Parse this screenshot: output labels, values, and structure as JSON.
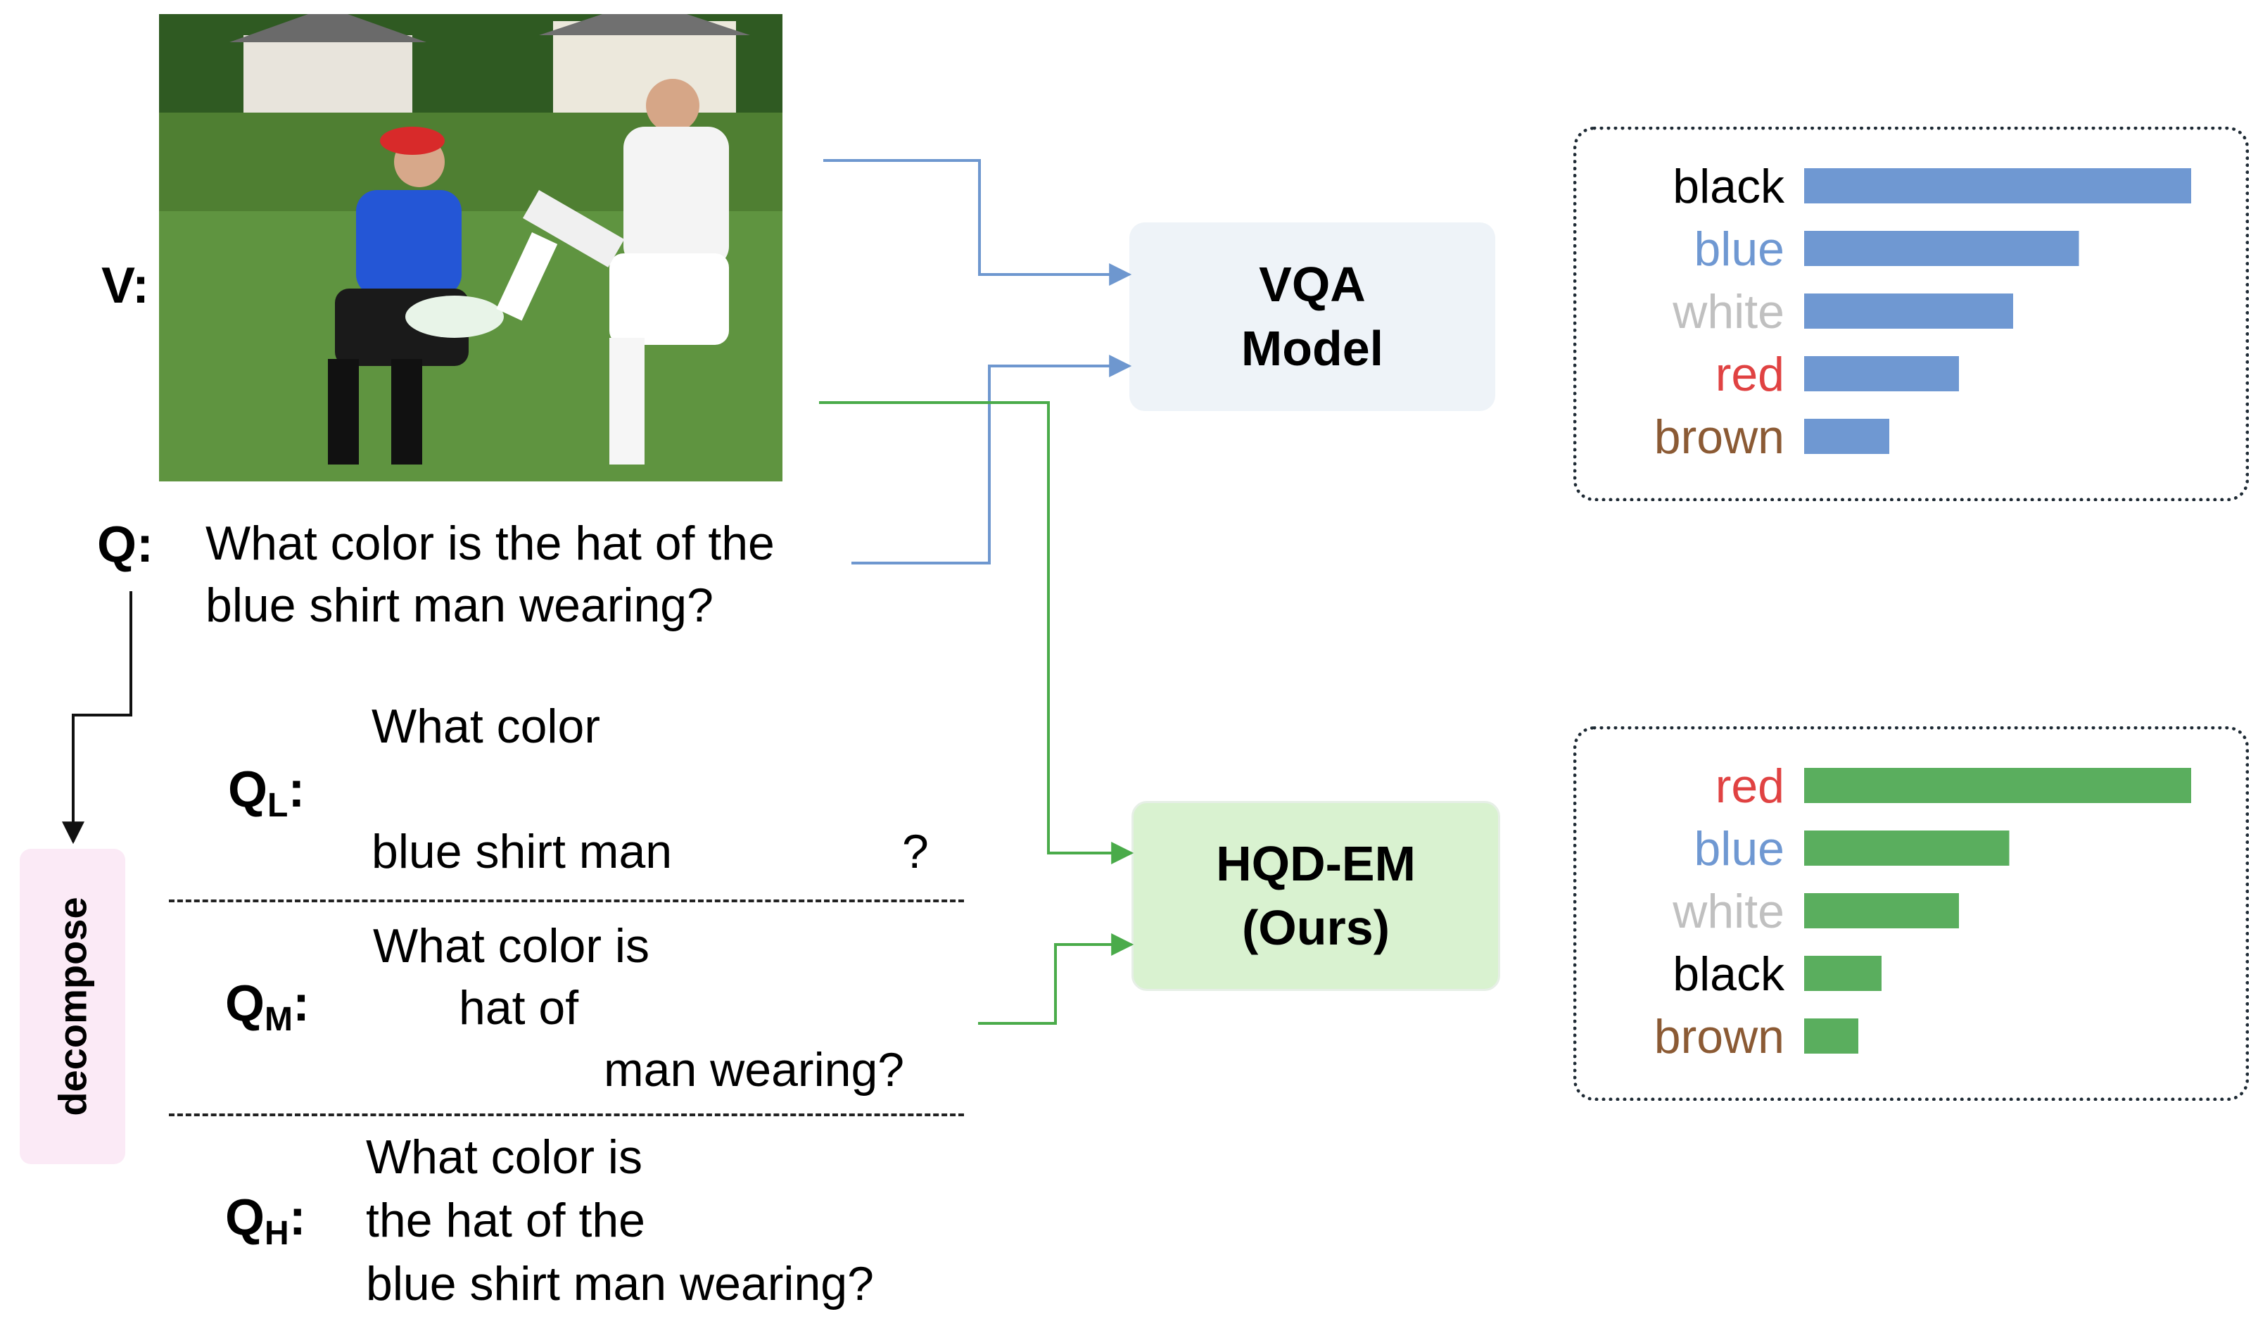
{
  "labels": {
    "v": "V:",
    "q": "Q:",
    "ql_main": "Q",
    "ql_sub": "L",
    "ql_colon": ":",
    "qm_main": "Q",
    "qm_sub": "M",
    "qm_colon": ":",
    "qh_main": "Q",
    "qh_sub": "H",
    "qh_colon": ":"
  },
  "question": {
    "line1": "What color is the hat of the",
    "line2": "blue shirt man wearing?"
  },
  "ql": {
    "line1": "What color",
    "line2": "blue shirt man",
    "qmark": "?"
  },
  "qm": {
    "line1": "What color is",
    "line2": "hat of",
    "line3": "man wearing?"
  },
  "qh": {
    "line1": "What color is",
    "line2": "the hat of the",
    "line3": "blue shirt man wearing?"
  },
  "decompose": "decompose",
  "models": {
    "vqa_line1": "VQA",
    "vqa_line2": "Model",
    "hqd_line1": "HQD-EM",
    "hqd_line2": "(Ours)"
  },
  "colors": {
    "blue_arrow": "#6e97cf",
    "green_arrow": "#4aab4a",
    "bar_blue": "#6f98d2",
    "bar_green": "#5aae5e",
    "black": "#000000",
    "blue": "#6f98d2",
    "white": "#c0c0c0",
    "red": "#e04242",
    "brown": "#8b5a34"
  },
  "chart_data": [
    {
      "type": "bar",
      "orientation": "horizontal",
      "categories": [
        "black",
        "blue",
        "white",
        "red",
        "brown"
      ],
      "values": [
        1.0,
        0.71,
        0.54,
        0.4,
        0.22
      ]
    },
    {
      "type": "bar",
      "orientation": "horizontal",
      "categories": [
        "red",
        "blue",
        "white",
        "black",
        "brown"
      ],
      "values": [
        1.0,
        0.53,
        0.4,
        0.2,
        0.14
      ]
    }
  ]
}
